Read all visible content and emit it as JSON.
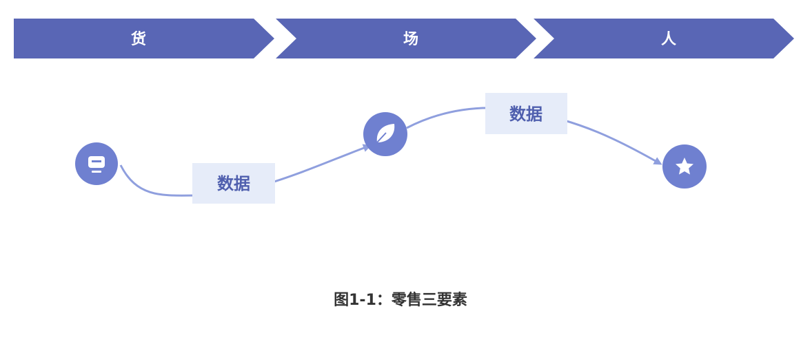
{
  "banner": {
    "stages": [
      {
        "label": "货"
      },
      {
        "label": "场"
      },
      {
        "label": "人"
      }
    ],
    "color": "#5966b5"
  },
  "flow": {
    "nodes": [
      {
        "icon": "message-icon"
      },
      {
        "icon": "leaf-icon"
      },
      {
        "icon": "star-icon"
      }
    ],
    "labels": [
      {
        "text": "数据"
      },
      {
        "text": "数据"
      }
    ],
    "node_color": "#6f80d0",
    "line_color": "#8f9fde",
    "label_bg": "#e6ecf9"
  },
  "caption": "图1-1：零售三要素"
}
